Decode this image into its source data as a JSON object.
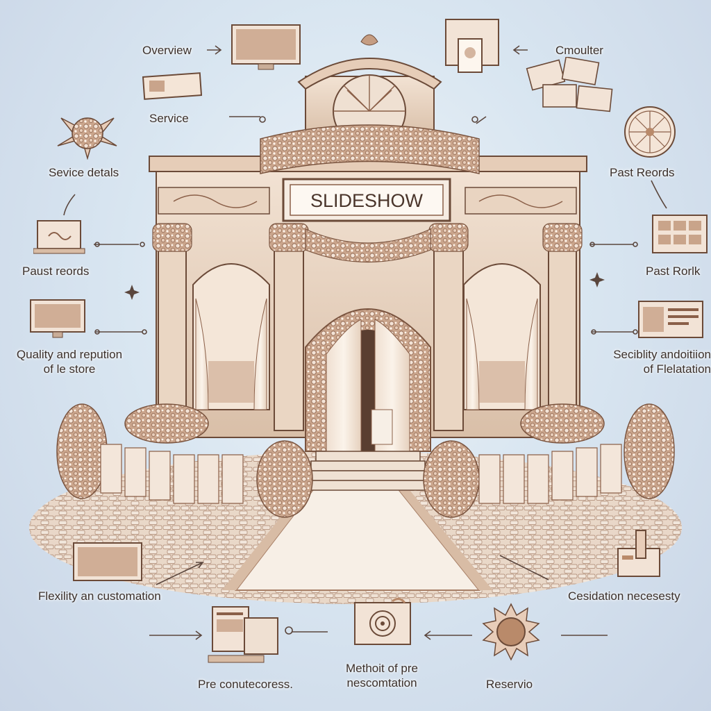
{
  "sign": "SLIDESHOW",
  "labels": {
    "overview": "Overview",
    "service": "Service",
    "service_details": "Sevice detals",
    "paust_reords": "Paust reords",
    "quality": "Quality and repution",
    "quality2": "of le store",
    "flexibility": "Flexility an customation",
    "pre": "Pre conutecoress.",
    "method": "Methoit of pre",
    "method2": "nescomtation",
    "reservio": "Reservio",
    "consideration": "Cesidation necesesty",
    "seciblity": "Seciblity andoitiion",
    "seciblity2": "of Flelatation",
    "past_rorlk": "Past Rorlk",
    "past_reords": "Past Reords",
    "cmoulter": "Cmoulter"
  },
  "colors": {
    "ink": "#6b4a38",
    "accent": "#b98a6a",
    "floral": "#c7a288",
    "sky": "#d9e6f1"
  }
}
